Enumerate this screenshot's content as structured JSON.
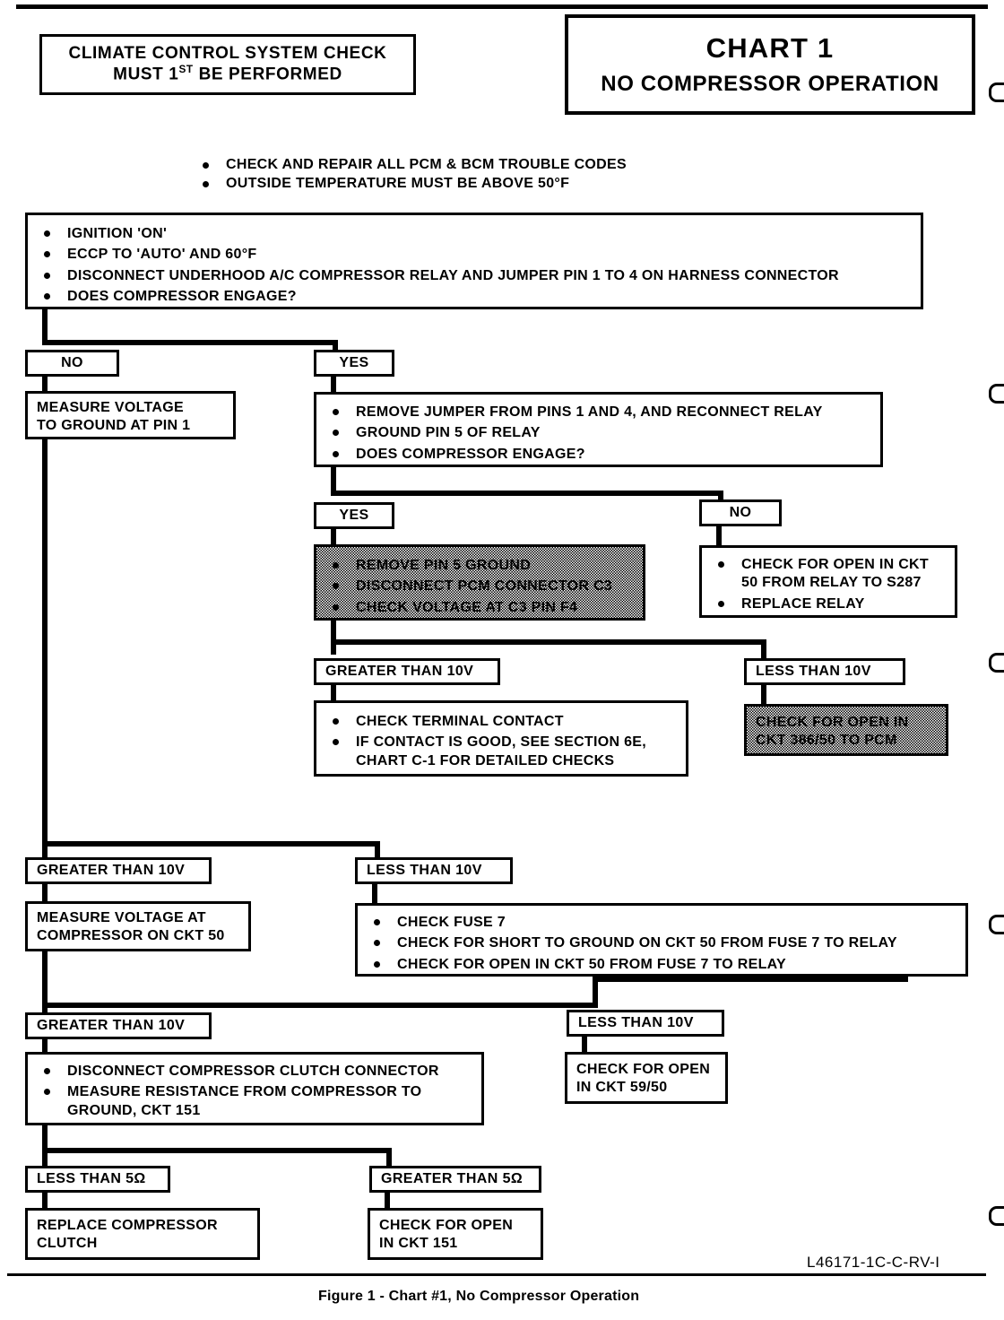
{
  "page": {
    "doc_id": "L46171-1C-C-RV-I",
    "figure_caption": "Figure  1 -  Chart #1, No Compressor Operation"
  },
  "header": {
    "prereq_line1": "CLIMATE CONTROL SYSTEM CHECK",
    "prereq_line2_a": "MUST 1",
    "prereq_line2_sup": "ST",
    "prereq_line2_b": " BE PERFORMED",
    "chart_title": "CHART 1",
    "chart_subtitle": "NO COMPRESSOR OPERATION"
  },
  "prenotes": [
    "CHECK AND REPAIR ALL PCM & BCM TROUBLE CODES",
    "OUTSIDE TEMPERATURE MUST BE ABOVE 50°F"
  ],
  "nodes": {
    "start": {
      "name": "start-step-box",
      "items": [
        "IGNITION 'ON'",
        "ECCP TO 'AUTO' AND 60°F",
        "DISCONNECT UNDERHOOD A/C COMPRESSOR RELAY AND JUMPER PIN 1 TO 4 ON HARNESS CONNECTOR",
        "DOES COMPRESSOR ENGAGE?"
      ]
    },
    "branch_no_1": {
      "label": "NO"
    },
    "branch_yes_1": {
      "label": "YES"
    },
    "measure_pin1": {
      "text": "MEASURE VOLTAGE\nTO GROUND AT PIN 1"
    },
    "relay_step": {
      "items": [
        "REMOVE JUMPER FROM PINS 1 AND 4, AND RECONNECT RELAY",
        "GROUND PIN 5 OF RELAY",
        "DOES COMPRESSOR ENGAGE?"
      ]
    },
    "branch_yes_2": {
      "label": "YES"
    },
    "branch_no_2": {
      "label": "NO"
    },
    "pcm_check_shaded": {
      "shaded": true,
      "items": [
        "REMOVE PIN 5 GROUND",
        "DISCONNECT PCM CONNECTOR C3",
        "CHECK VOLTAGE AT C3 PIN F4"
      ]
    },
    "relay_open_check": {
      "items": [
        "CHECK FOR OPEN IN CKT\n50 FROM RELAY TO S287",
        "REPLACE RELAY"
      ]
    },
    "gt10v_a": {
      "label": "GREATER THAN 10V"
    },
    "lt10v_a": {
      "label": "LESS THAN 10V"
    },
    "terminal_contact": {
      "items": [
        "CHECK TERMINAL CONTACT",
        "IF CONTACT IS GOOD, SEE SECTION 6E,\nCHART C-1 FOR DETAILED CHECKS"
      ]
    },
    "open_386_shaded": {
      "shaded": true,
      "text": "CHECK FOR OPEN IN\nCKT 386/50 TO PCM"
    },
    "gt10v_b": {
      "label": "GREATER THAN 10V"
    },
    "lt10v_b": {
      "label": "LESS THAN 10V"
    },
    "measure_ckt50": {
      "text": "MEASURE VOLTAGE AT\nCOMPRESSOR ON CKT 50"
    },
    "fuse_checks": {
      "items": [
        "CHECK FUSE 7",
        "CHECK FOR SHORT TO GROUND ON CKT 50 FROM FUSE 7 TO RELAY",
        "CHECK FOR OPEN IN CKT 50 FROM FUSE 7 TO RELAY"
      ]
    },
    "gt10v_c": {
      "label": "GREATER THAN 10V"
    },
    "lt10v_c": {
      "label": "LESS THAN 10V"
    },
    "clutch_step": {
      "items": [
        "DISCONNECT COMPRESSOR CLUTCH CONNECTOR",
        "MEASURE RESISTANCE FROM COMPRESSOR TO\nGROUND, CKT 151"
      ]
    },
    "open_59_50": {
      "text": "CHECK FOR OPEN\nIN CKT 59/50"
    },
    "lt5ohm": {
      "label": "LESS THAN 5Ω"
    },
    "gt5ohm": {
      "label": "GREATER THAN 5Ω"
    },
    "replace_clutch": {
      "text": "REPLACE  COMPRESSOR\nCLUTCH"
    },
    "open_151": {
      "text": "CHECK FOR OPEN\nIN CKT 151"
    }
  }
}
